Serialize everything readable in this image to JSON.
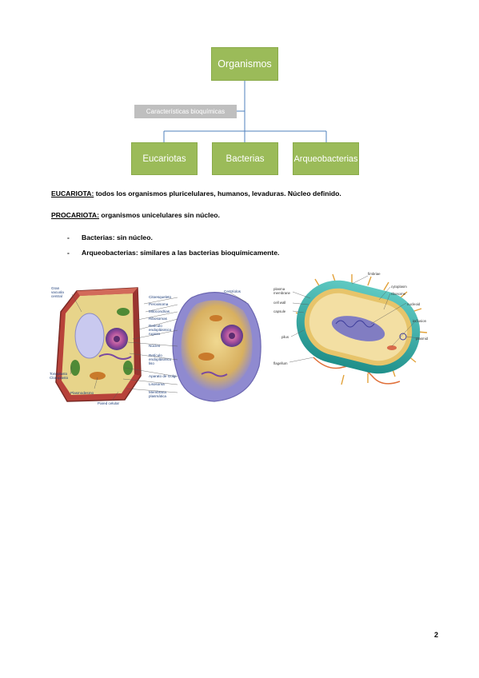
{
  "diagram": {
    "root": "Organismos",
    "side_label": "Características bioquímicas",
    "children": [
      "Eucariotas",
      "Bacterias",
      "Arqueobacterias"
    ],
    "box_color": "#9bbb59",
    "label_color": "#bfbfbf"
  },
  "definitions": [
    {
      "term": "EUCARIOTA:",
      "text": " todos los organismos pluricelulares, humanos, levaduras. Núcleo definido."
    },
    {
      "term": "PROCARIOTA:",
      "text": " organismos unicelulares sin núcleo."
    }
  ],
  "bullets": [
    {
      "dash": "-",
      "text": "Bacterias: sin núcleo."
    },
    {
      "dash": "-",
      "text": "Arqueobacterias: similares a las bacterias bioquímicamente."
    }
  ],
  "eukaryote_labels": {
    "left": [
      "Gran",
      "vacuola",
      "central",
      "Tonoplasto",
      "Cloroplasto",
      "Plasmodesmo",
      "Pared celular"
    ],
    "center": [
      "Citoesqueleto",
      "Peroxisoma",
      "Mitocondrias",
      "Ribosomas",
      "Retículo",
      "endoplásmico",
      "rugoso",
      "Núcleo",
      "Retículo",
      "endoplásmico",
      "liso",
      "Aparato de Golgi",
      "Lisosoma",
      "Membrana",
      "plasmática"
    ],
    "right": [
      "Centríolos"
    ]
  },
  "bacteria_labels": {
    "left": [
      "plasma",
      "membrane",
      "cell wall",
      "capsule",
      "pilus",
      "flagellum"
    ],
    "right": [
      "fimbriae",
      "cytoplasm",
      "ribosome",
      "nucleoid",
      "inclusion",
      "plasmid"
    ]
  },
  "page_number": "2"
}
